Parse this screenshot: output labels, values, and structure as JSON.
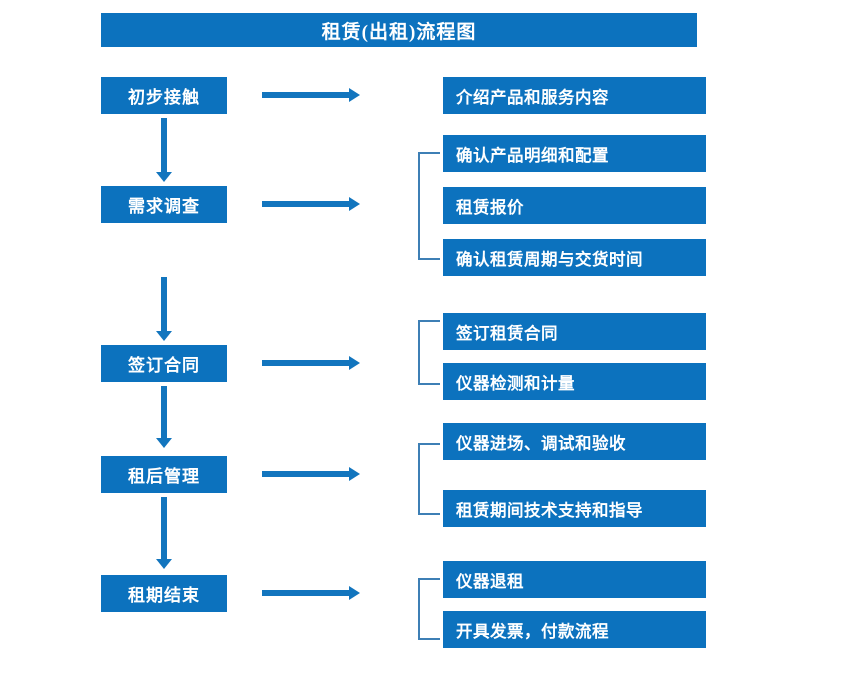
{
  "title": "租赁(出租)流程图",
  "colors": {
    "box_fill": "#0C72BE",
    "box_text": "#FFFFFF",
    "arrow": "#1275BE",
    "bracket": "#3D7FB5",
    "background": "#FFFFFF"
  },
  "stages": [
    {
      "id": "stage-1",
      "label": "初步接触",
      "details": [
        "介绍产品和服务内容"
      ],
      "bracketed": false
    },
    {
      "id": "stage-2",
      "label": "需求调查",
      "details": [
        "确认产品明细和配置",
        "租赁报价",
        "确认租赁周期与交货时间"
      ],
      "bracketed": true
    },
    {
      "id": "stage-3",
      "label": "签订合同",
      "details": [
        "签订租赁合同",
        "仪器检测和计量"
      ],
      "bracketed": true
    },
    {
      "id": "stage-4",
      "label": "租后管理",
      "details": [
        "仪器进场、调试和验收",
        "租赁期间技术支持和指导"
      ],
      "bracketed": true
    },
    {
      "id": "stage-5",
      "label": "租期结束",
      "details": [
        "仪器退租",
        "开具发票，付款流程"
      ],
      "bracketed": true
    }
  ]
}
